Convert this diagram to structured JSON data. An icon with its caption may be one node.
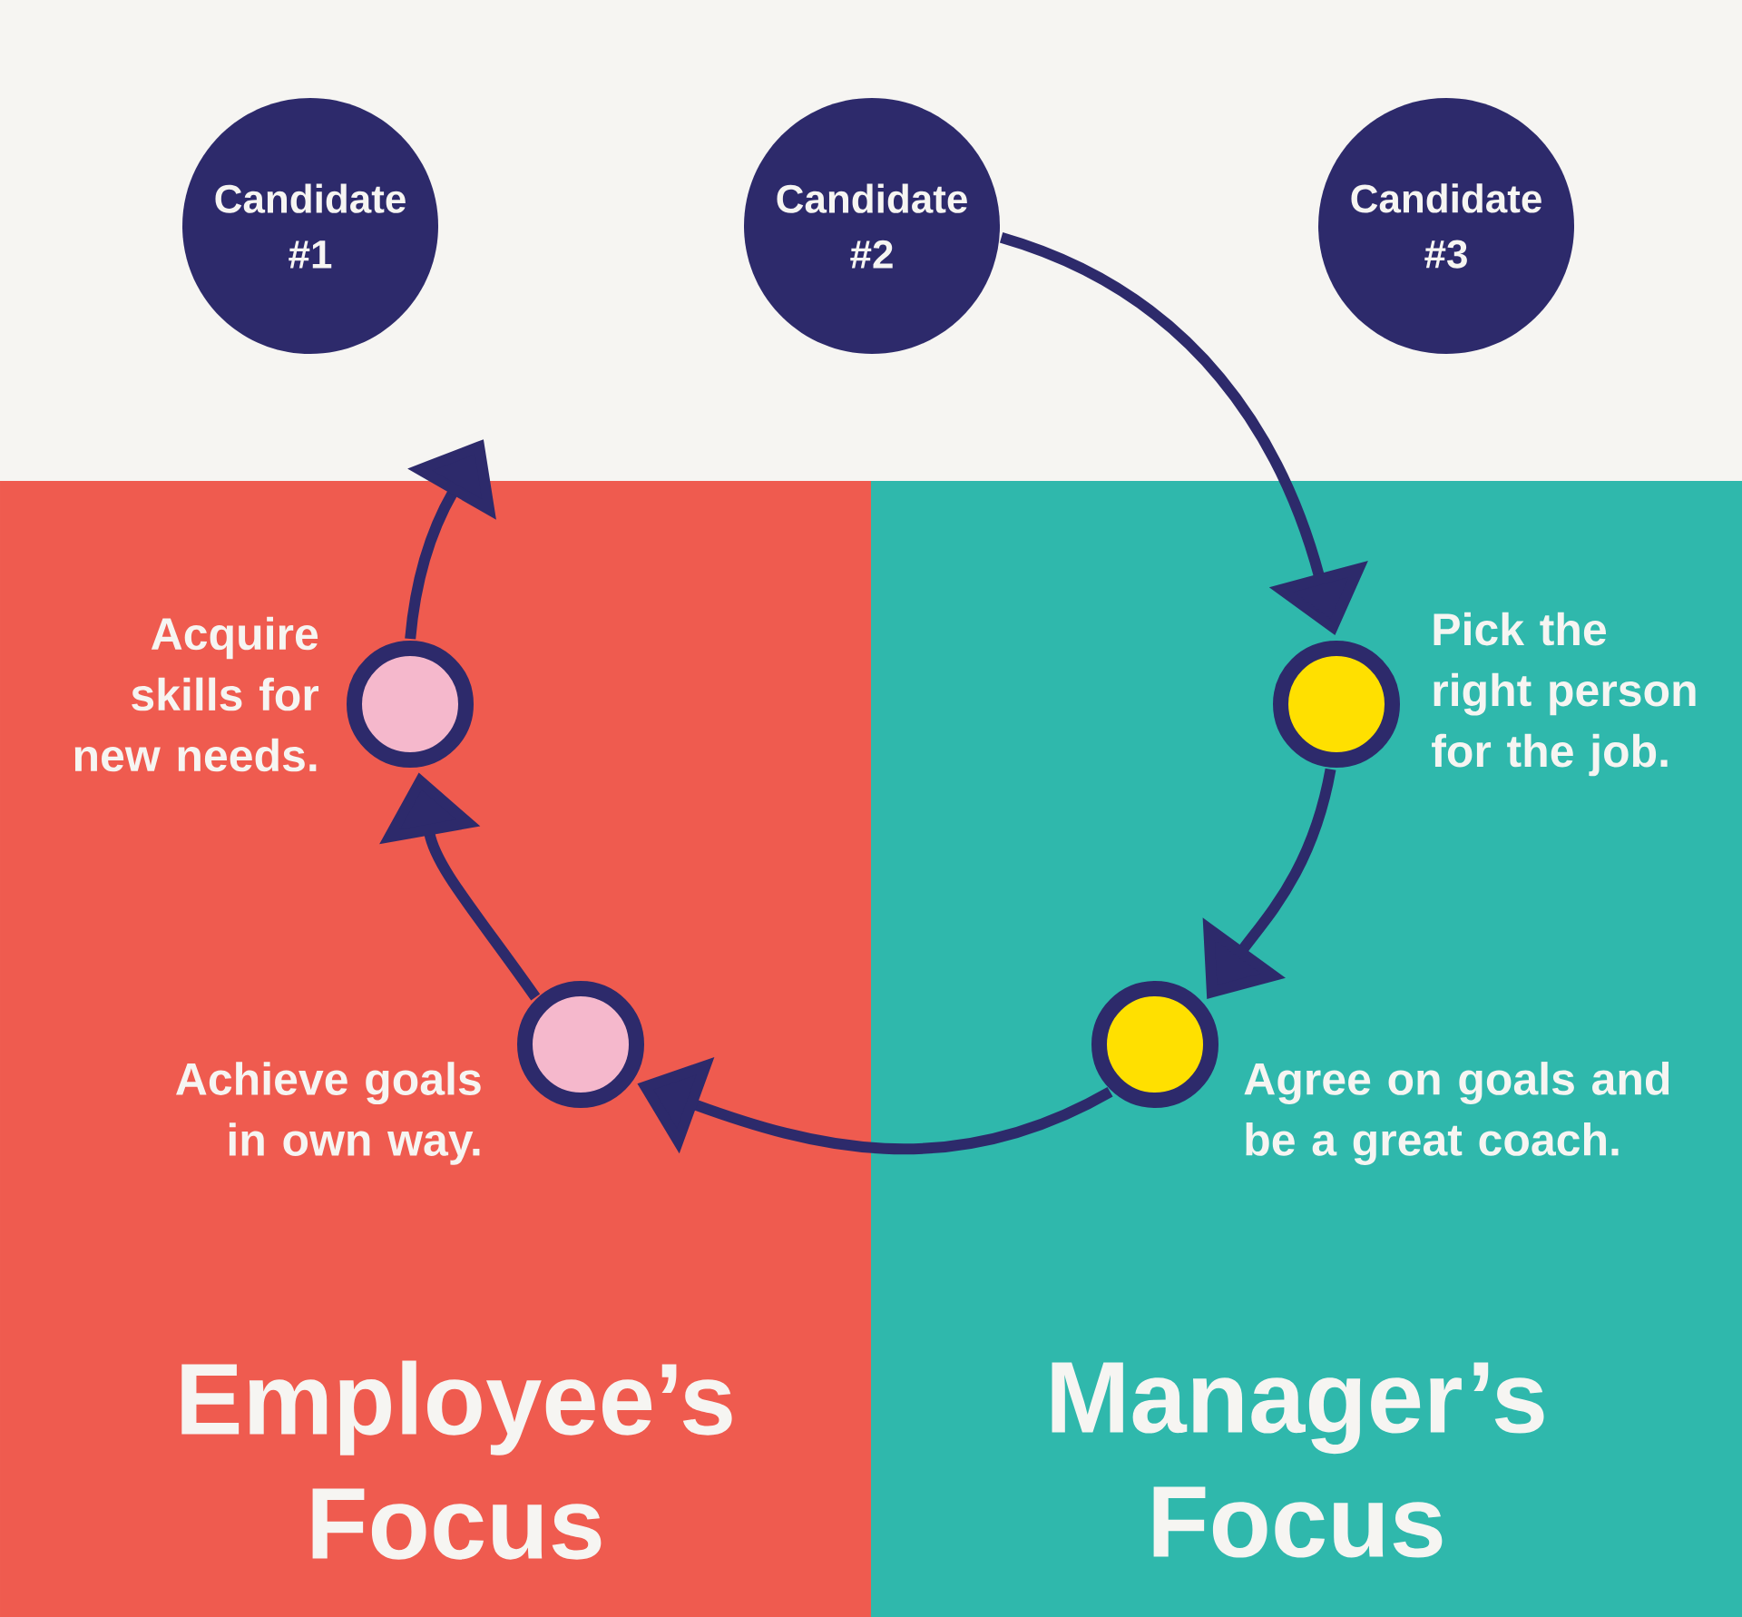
{
  "diagram": {
    "nodes": [
      {
        "text": [
          "Candidate #1"
        ]
      },
      {
        "text": [
          "Candidate #2"
        ]
      },
      {
        "text": [
          "Candidate #3"
        ]
      },
      {
        "text": [
          "Employee’s Focus"
        ]
      },
      {
        "text": [
          "Manager’s Focus"
        ]
      },
      {
        "text": [],
        "shape": "circle",
        "in": 4,
        "beside": [
          "Pick the right person for the job."
        ]
      },
      {
        "text": [],
        "shape": "circle",
        "in": 4,
        "beside": [
          "Agree on goals and be a great coach."
        ]
      },
      {
        "text": [],
        "shape": "circle",
        "in": 3,
        "beside": [
          "Achieve goals in own way."
        ]
      },
      {
        "text": [],
        "shape": "circle",
        "in": 3,
        "beside": [
          "Acquire skills for new needs."
        ]
      }
    ],
    "edges": [
      {
        "from": 1,
        "to": 5,
        "arrow": "to"
      },
      {
        "from": 5,
        "to": 6,
        "arrow": "to"
      },
      {
        "from": 6,
        "to": 7,
        "arrow": "to"
      },
      {
        "from": 7,
        "to": 8,
        "arrow": "to"
      },
      {
        "from": 8,
        "to": null,
        "arrow": "to"
      }
    ]
  }
}
